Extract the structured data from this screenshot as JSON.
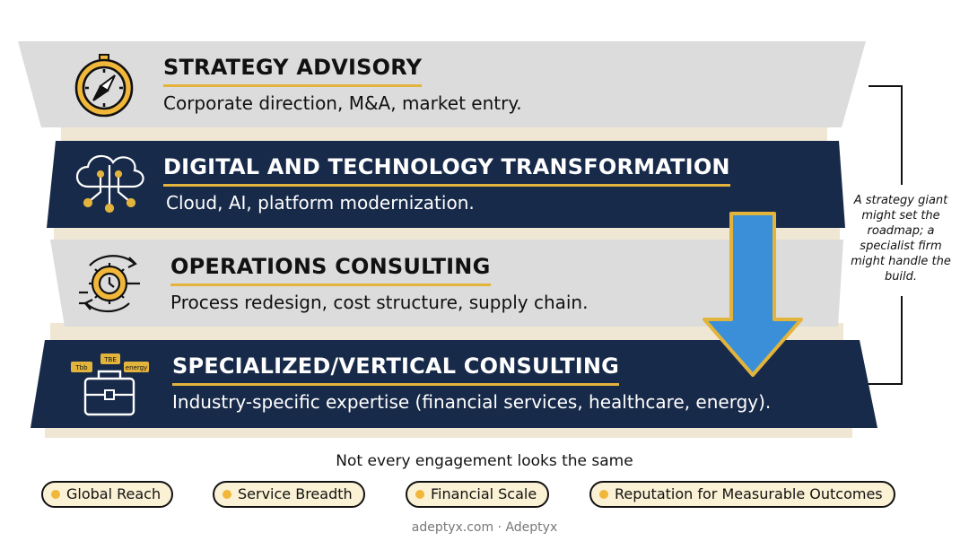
{
  "bands": [
    {
      "title": "STRATEGY ADVISORY",
      "description": "Corporate direction, M&A, market entry.",
      "icon": "compass-icon"
    },
    {
      "title": "DIGITAL AND TECHNOLOGY TRANSFORMATION",
      "description": "Cloud, AI, platform modernization.",
      "icon": "cloud-circuit-icon"
    },
    {
      "title": "OPERATIONS CONSULTING",
      "description": "Process redesign, cost structure, supply chain.",
      "icon": "gear-cycle-icon"
    },
    {
      "title": "SPECIALIZED/VERTICAL CONSULTING",
      "description": "Industry-specific expertise (financial services, healthcare, energy).",
      "icon": "briefcase-icon"
    }
  ],
  "briefcase_tags": [
    "Tbb",
    "TBE",
    "energy"
  ],
  "note": "A strategy giant might set the roadmap; a specialist firm might handle the build.",
  "tagline": "Not every engagement looks the same",
  "pills": [
    "Global Reach",
    "Service Breadth",
    "Financial Scale",
    "Reputation for Measurable Outcomes"
  ],
  "footer": "adeptyx.com · Adeptyx",
  "colors": {
    "light_band": "#dcdcdc",
    "dark_band": "#182a4a",
    "accent_gold": "#e3b43c",
    "arrow_blue": "#3a8fd8",
    "pill_fill": "#fbf1d5",
    "band_shadow": "#efe7d3"
  }
}
